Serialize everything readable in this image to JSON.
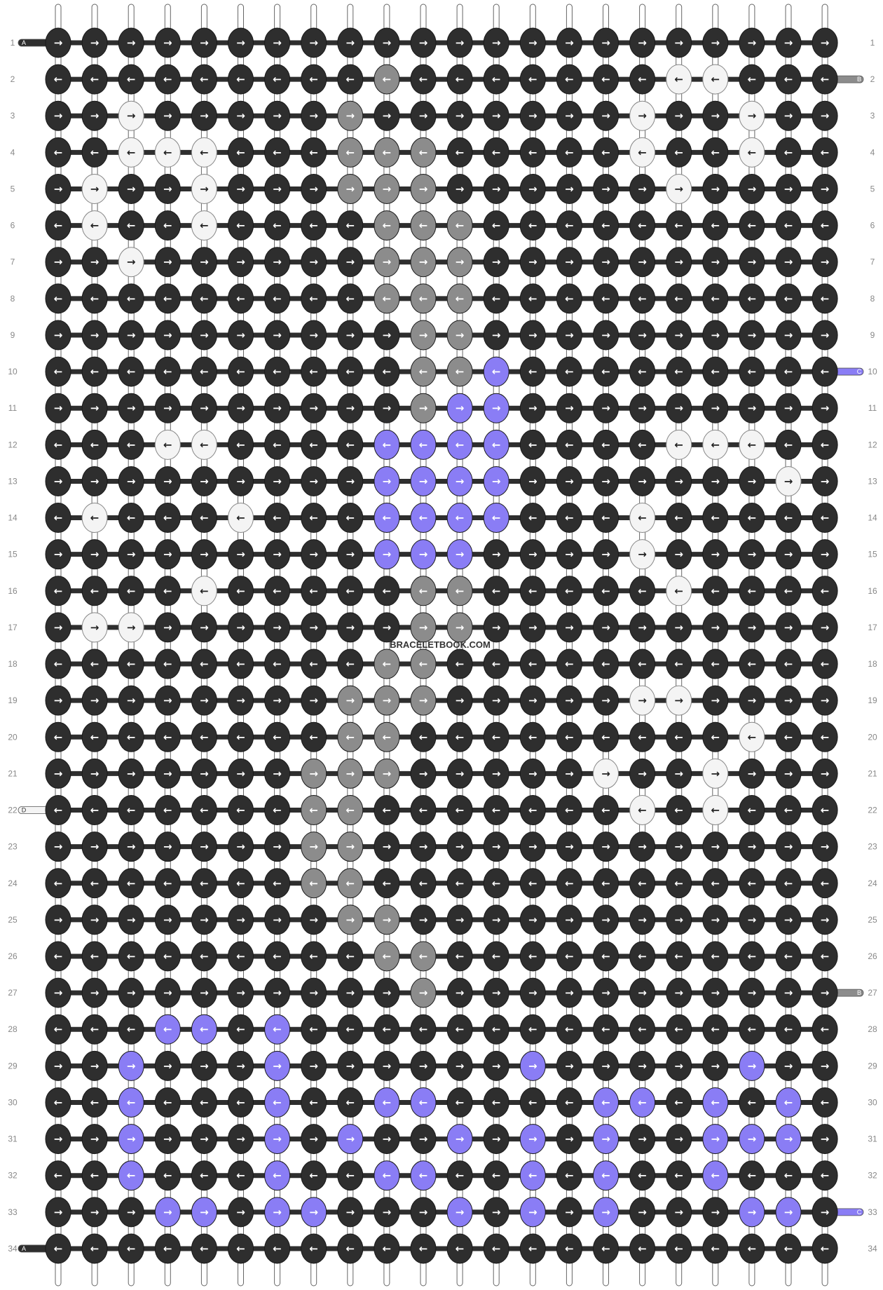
{
  "pattern": {
    "watermark": "BRACELETBOOK.COM",
    "strings": 22,
    "rows": 34,
    "colors": {
      "D": "#2e2e2e",
      "W": "#f4f4f4",
      "G": "#8c8c8c",
      "P": "#8a7df5"
    },
    "color_names": {
      "D": "dark-gray",
      "W": "white",
      "G": "gray",
      "P": "purple"
    },
    "strand_labels": {
      "A": {
        "rows": [
          1,
          34
        ],
        "color": "D",
        "side": "left"
      },
      "B": {
        "rows": [
          2,
          27
        ],
        "color": "G",
        "side": "right"
      },
      "C": {
        "rows": [
          10,
          33
        ],
        "color": "P",
        "side": "right"
      },
      "D": {
        "rows": [
          22
        ],
        "color": "W",
        "side": "left"
      }
    },
    "knot_colors": {
      "2": {
        "9": "G",
        "17": "W",
        "18": "W"
      },
      "3": {
        "2": "W",
        "8": "G",
        "16": "W",
        "19": "W"
      },
      "4": {
        "2": "W",
        "3": "W",
        "4": "W",
        "8": "G",
        "9": "G",
        "10": "G",
        "16": "W",
        "19": "W"
      },
      "5": {
        "1": "W",
        "4": "W",
        "8": "G",
        "9": "G",
        "10": "G",
        "17": "W"
      },
      "6": {
        "1": "W",
        "4": "W",
        "9": "G",
        "10": "G",
        "11": "G"
      },
      "7": {
        "2": "W",
        "9": "G",
        "10": "G",
        "11": "G"
      },
      "8": {
        "9": "G",
        "10": "G",
        "11": "G"
      },
      "9": {
        "10": "G",
        "11": "G"
      },
      "10": {
        "10": "G",
        "11": "G",
        "12": "P"
      },
      "11": {
        "10": "G",
        "11": "P",
        "12": "P"
      },
      "12": {
        "3": "W",
        "4": "W",
        "9": "P",
        "10": "P",
        "11": "P",
        "12": "P",
        "17": "W",
        "18": "W",
        "19": "W"
      },
      "13": {
        "9": "P",
        "10": "P",
        "11": "P",
        "12": "P",
        "20": "W"
      },
      "14": {
        "1": "W",
        "5": "W",
        "9": "P",
        "10": "P",
        "11": "P",
        "12": "P",
        "16": "W"
      },
      "15": {
        "9": "P",
        "10": "P",
        "11": "P",
        "16": "W"
      },
      "16": {
        "4": "W",
        "10": "G",
        "11": "G",
        "17": "W"
      },
      "17": {
        "1": "W",
        "2": "W",
        "10": "G",
        "11": "G"
      },
      "18": {
        "9": "G",
        "10": "G"
      },
      "19": {
        "8": "G",
        "9": "G",
        "10": "G",
        "16": "W",
        "17": "W"
      },
      "20": {
        "8": "G",
        "9": "G",
        "19": "W"
      },
      "21": {
        "7": "G",
        "8": "G",
        "9": "G",
        "15": "W",
        "18": "W"
      },
      "22": {
        "7": "G",
        "8": "G",
        "16": "W",
        "18": "W"
      },
      "23": {
        "7": "G",
        "8": "G"
      },
      "24": {
        "7": "G",
        "8": "G"
      },
      "25": {
        "8": "G",
        "9": "G"
      },
      "26": {
        "9": "G",
        "10": "G"
      },
      "27": {
        "10": "G"
      },
      "28": {
        "3": "P",
        "4": "P",
        "6": "P"
      },
      "29": {
        "2": "P",
        "6": "P",
        "13": "P",
        "19": "P"
      },
      "30": {
        "2": "P",
        "6": "P",
        "9": "P",
        "10": "P",
        "15": "P",
        "16": "P",
        "18": "P",
        "20": "P"
      },
      "31": {
        "2": "P",
        "6": "P",
        "8": "P",
        "11": "P",
        "13": "P",
        "15": "P",
        "18": "P",
        "19": "P",
        "20": "P"
      },
      "32": {
        "2": "P",
        "6": "P",
        "9": "P",
        "10": "P",
        "13": "P",
        "15": "P",
        "18": "P"
      },
      "33": {
        "3": "P",
        "4": "P",
        "6": "P",
        "7": "P",
        "11": "P",
        "13": "P",
        "15": "P",
        "19": "P",
        "20": "P"
      }
    }
  }
}
